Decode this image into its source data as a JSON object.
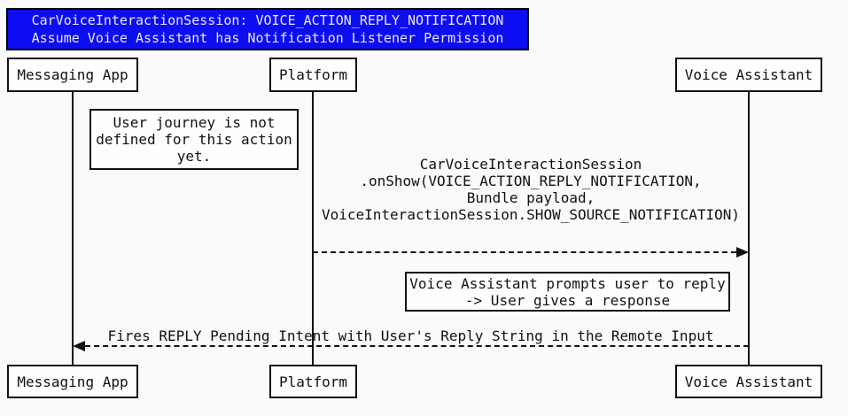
{
  "title": {
    "line1": "CarVoiceInteractionSession: VOICE_ACTION_REPLY_NOTIFICATION",
    "line2": "Assume Voice Assistant has Notification Listener Permission"
  },
  "participants": [
    {
      "id": "messaging-app",
      "label": "Messaging App"
    },
    {
      "id": "platform",
      "label": "Platform"
    },
    {
      "id": "voice-assistant",
      "label": "Voice Assistant"
    }
  ],
  "notes": [
    {
      "over": "Messaging App",
      "lines": [
        "User journey is not",
        "defined for this action",
        "yet."
      ]
    },
    {
      "over": "Voice Assistant",
      "lines": [
        "Voice Assistant prompts user to reply",
        "-> User gives a response"
      ]
    }
  ],
  "messages": [
    {
      "from": "Platform",
      "to": "Voice Assistant",
      "style": "dashed",
      "lines": [
        "CarVoiceInteractionSession",
        ".onShow(VOICE_ACTION_REPLY_NOTIFICATION,",
        "Bundle payload,",
        "VoiceInteractionSession.SHOW_SOURCE_NOTIFICATION)"
      ]
    },
    {
      "from": "Voice Assistant",
      "to": "Messaging App",
      "style": "dashed",
      "lines": [
        "Fires REPLY Pending Intent with User's Reply String in the Remote Input"
      ]
    }
  ],
  "colors": {
    "background": "#fafafa",
    "title_bg": "#0d0df2",
    "title_text": "#e8e8ff",
    "box_bg": "#fefefe",
    "box_border": "#111111",
    "line": "#111111"
  }
}
